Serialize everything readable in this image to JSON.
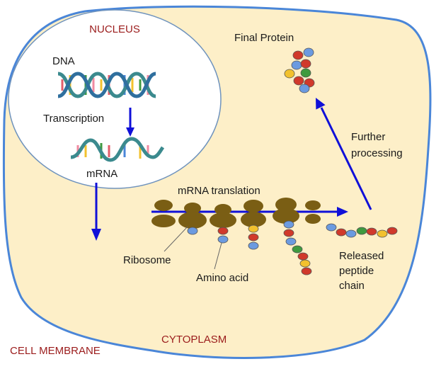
{
  "labels": {
    "nucleus": "NUCLEUS",
    "dna": "DNA",
    "transcription": "Transcription",
    "mrna": "mRNA",
    "mrna_translation": "mRNA translation",
    "ribosome": "Ribosome",
    "amino_acid": "Amino acid",
    "released_line1": "Released",
    "released_line2": "peptide",
    "released_line3": "chain",
    "final_protein": "Final Protein",
    "further_line1": "Further",
    "further_line2": "processing",
    "cytoplasm": "CYTOPLASM",
    "cell_membrane": "CELL MEMBRANE"
  },
  "colors": {
    "cytoplasm_fill": "#fdefc8",
    "membrane": "#4a86d8",
    "nucleus_fill": "#ffffff",
    "nucleus_border": "#6f93bd",
    "arrow": "#1010d8",
    "ribosome": "#7a5e14",
    "label_red": "#9b1c1c",
    "helix": "#3b8a8e",
    "amino_blue": "#6b9ae0",
    "amino_red": "#d0392b",
    "amino_yellow": "#f2c12e",
    "amino_green": "#3f9a3f"
  }
}
